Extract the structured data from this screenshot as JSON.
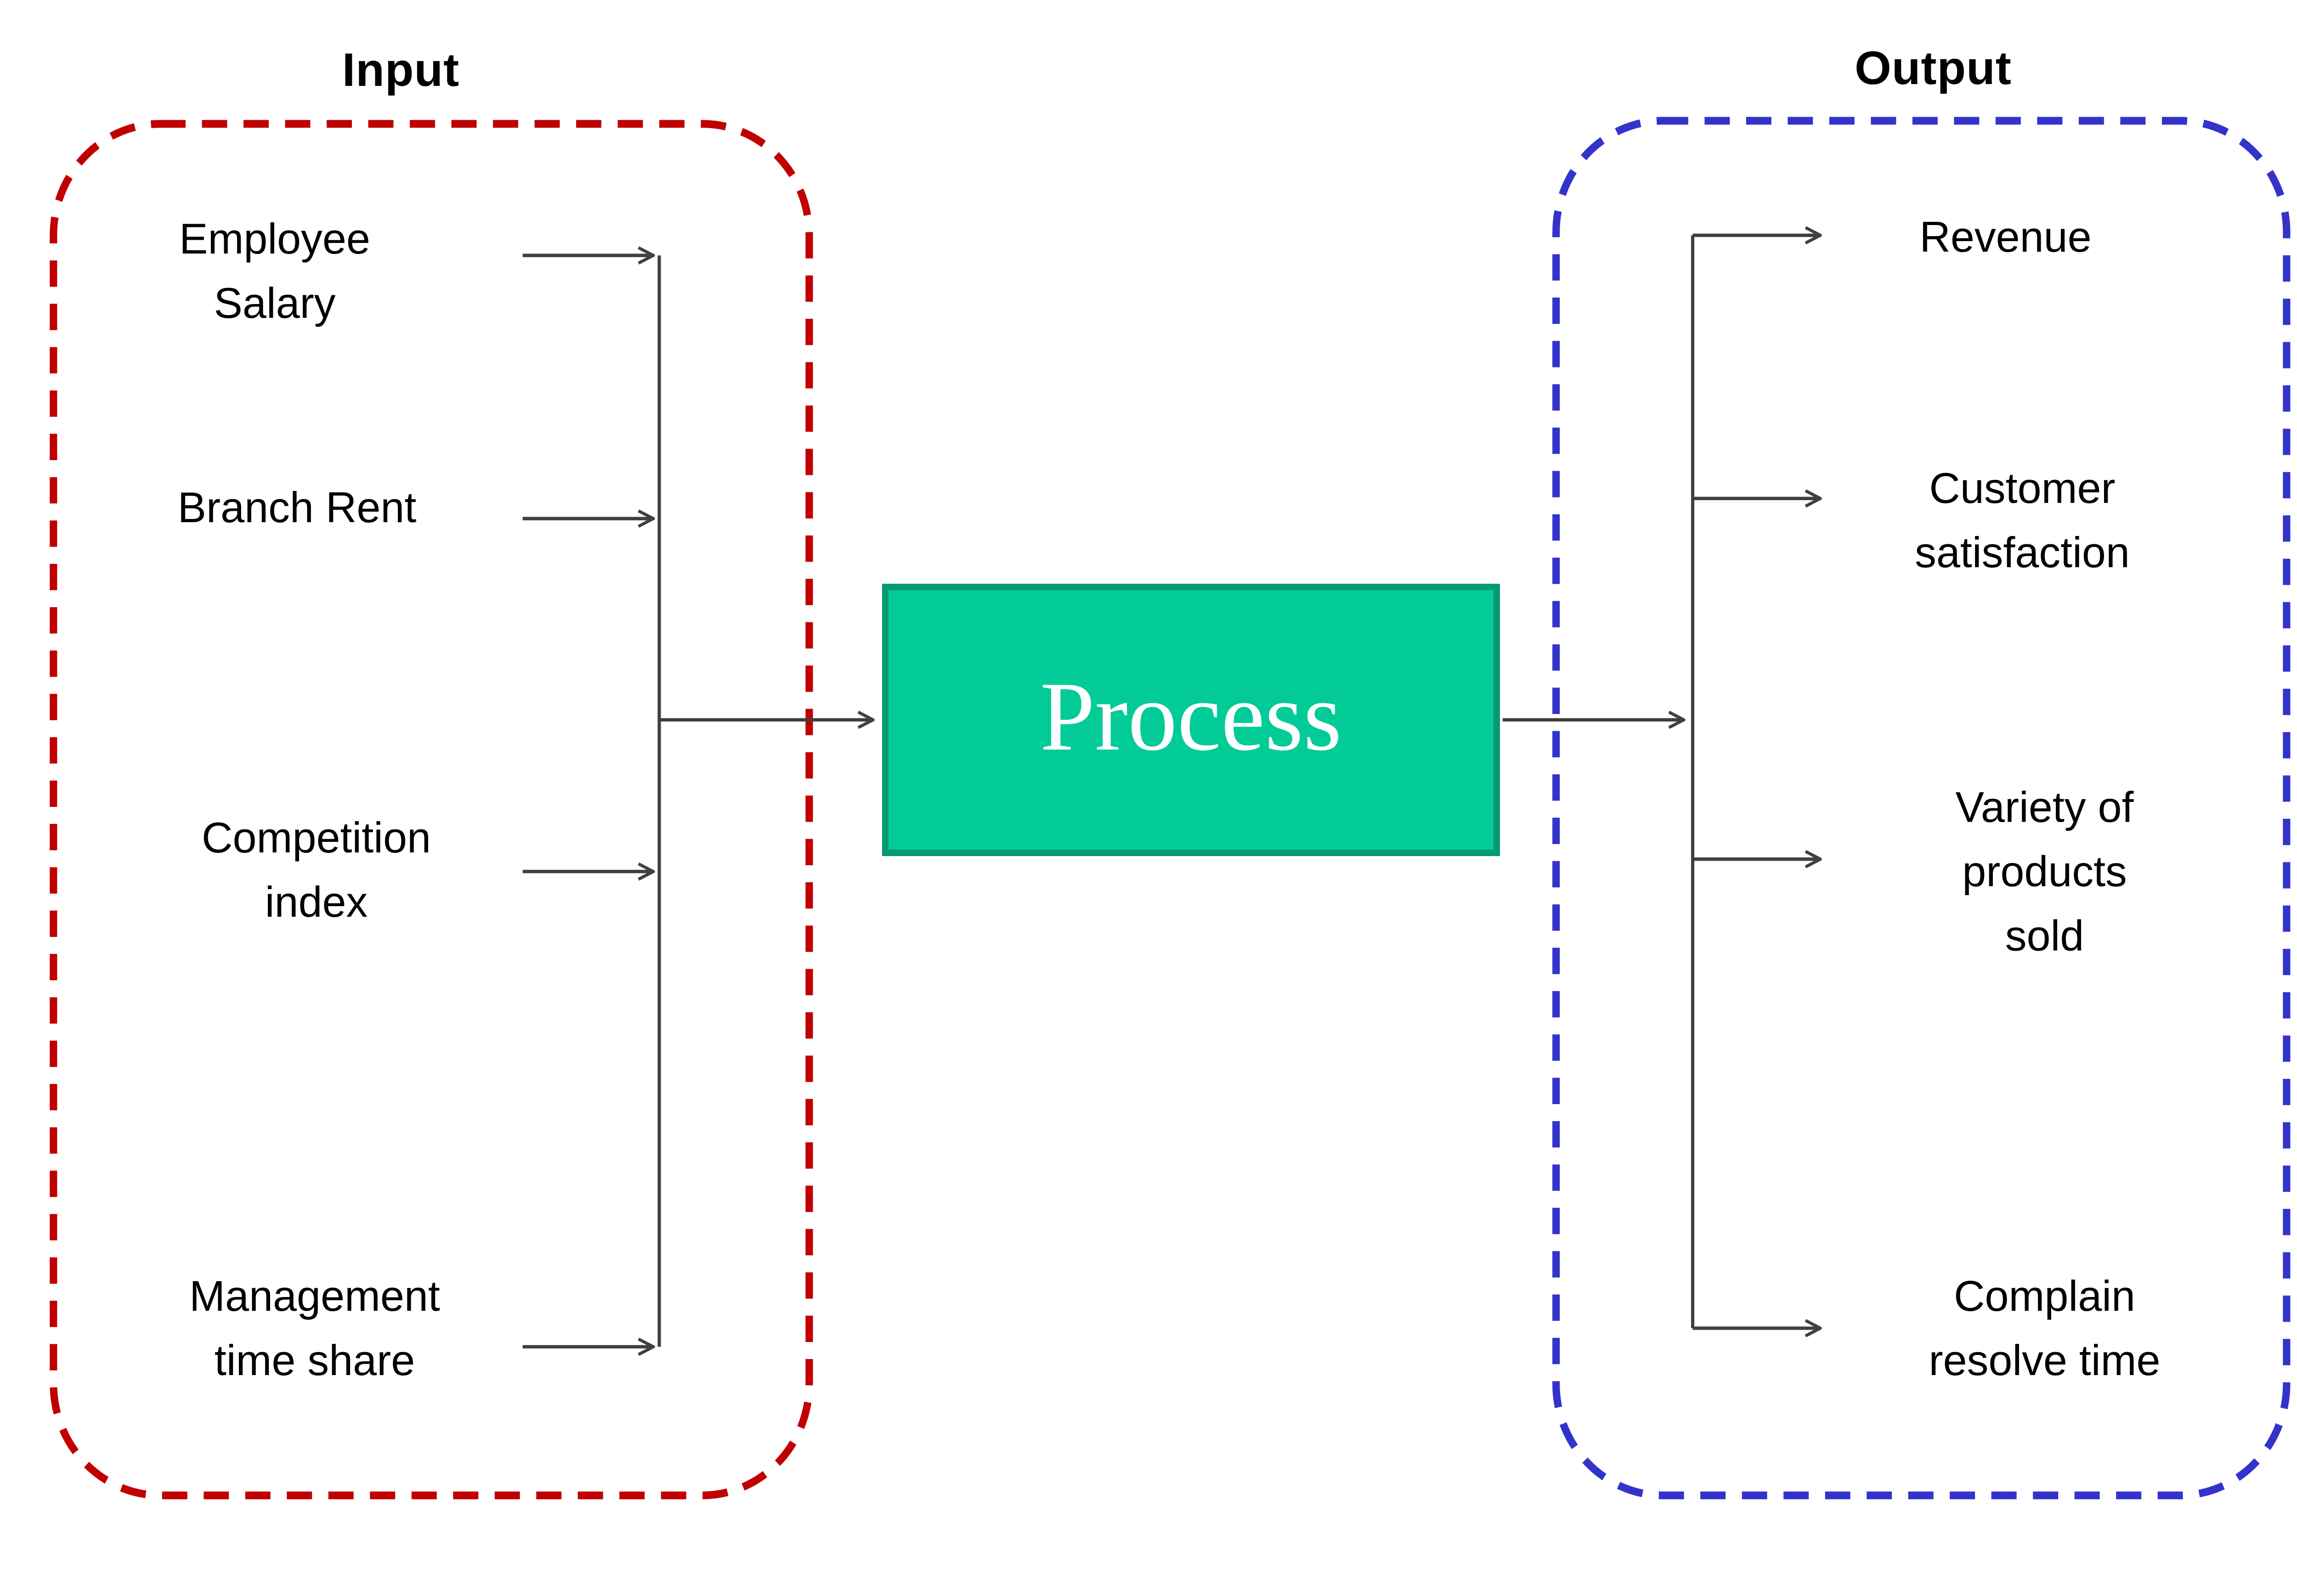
{
  "diagram": {
    "input": {
      "title": "Input",
      "items": [
        {
          "label": "Employee\nSalary"
        },
        {
          "label": "Branch Rent"
        },
        {
          "label": "Competition\nindex"
        },
        {
          "label": "Management\ntime share"
        }
      ]
    },
    "process": {
      "label": "Process"
    },
    "output": {
      "title": "Output",
      "items": [
        {
          "label": "Revenue"
        },
        {
          "label": "Customer\nsatisfaction"
        },
        {
          "label": "Variety of\nproducts sold"
        },
        {
          "label": "Complain\nresolve time"
        }
      ]
    },
    "colors": {
      "input_border": "#c00000",
      "output_border": "#3333cc",
      "process_fill": "#02cb98",
      "process_border": "#069a74",
      "connector": "#404040",
      "text": "#000000"
    }
  }
}
